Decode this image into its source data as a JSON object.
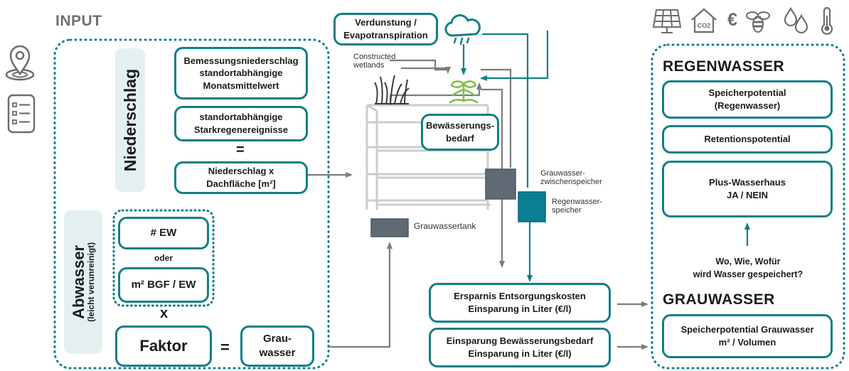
{
  "input_title": "INPUT",
  "niederschlag": {
    "tab_label": "Niederschlag",
    "box1": "Bemessungsniederschlag\nstandortabhängige\nMonatsmittelwert",
    "box2": "standortabhängige\nStarkregenereignisse",
    "equals": "=",
    "box3": "Niederschlag x\nDachfläche [m²]"
  },
  "abwasser": {
    "tab_label": "Abwasser",
    "tab_sublabel": "(leicht verunreinigt)",
    "ew_box": "# EW",
    "oder": "oder",
    "bgf_box": "m² BGF / EW",
    "times": "x",
    "faktor_box": "Faktor",
    "equals": "=",
    "grauwasser_box": "Grau-\nwasser"
  },
  "center": {
    "verdunstung_box": "Verdunstung /\nEvapotranspiration",
    "constructed_wetlands": "Constructed\nwetlands",
    "bewaesserung_box": "Bewässerungs-\nbedarf",
    "grauwasser_zwischenspeicher": "Grauwasser-\nzwischenspeicher",
    "regenwasser_speicher": "Regenwasser-\nspeicher",
    "grauwassertank": "Grauwassertank"
  },
  "outputs": {
    "ersparnis_box": "Ersparnis Entsorgungskosten\nEinsparung in Liter (€/l)",
    "einsparung_box": "Einsparung Bewässerungsbedarf\nEinsparung in Liter (€/l)"
  },
  "regenwasser": {
    "title": "REGENWASSER",
    "items": [
      "Speicherpotential\n(Regenwasser)",
      "Retentionspotential",
      "Plus-Wasserhaus\nJA / NEIN"
    ],
    "question": "Wo, Wie, Wofür\nwird Wasser gespeichert?"
  },
  "grauwasser": {
    "title": "GRAUWASSER",
    "item": "Speicherpotential Grauwasser\nm² / Volumen"
  },
  "top_icons": [
    "solar-panel-icon",
    "house-co2-icon",
    "euro-icon",
    "bee-icon",
    "water-drops-icon",
    "thermometer-icon"
  ],
  "co2_label": "CO2",
  "euro_symbol": "€",
  "left_icons": [
    "location-pin-icon",
    "checklist-icon"
  ],
  "colors": {
    "teal": "#0f7f87",
    "teal_storage": "#0b7f93",
    "gray_line": "#7d7d7d",
    "gray_tank": "#5f6a74",
    "tab_bg": "#e4eff1",
    "plant_green": "#7ac143"
  }
}
